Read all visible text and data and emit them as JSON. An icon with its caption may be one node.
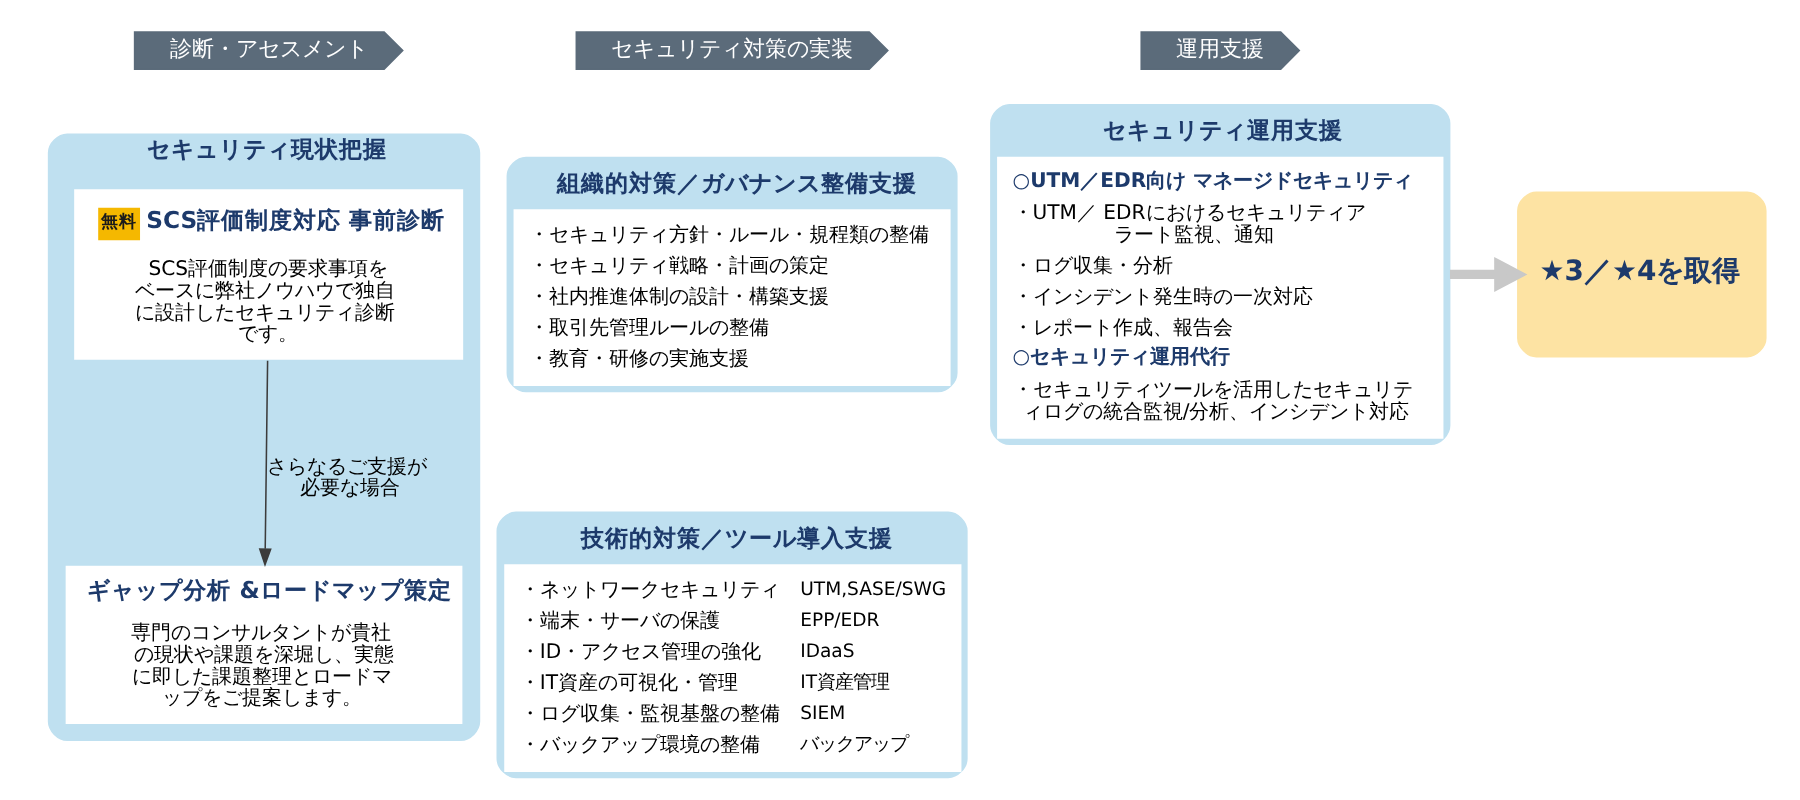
{
  "diagram": {
    "nodes": [
      {
        "text": [
          "診断・アセスメント"
        ]
      },
      {
        "text": [
          "セキュリティ対策の実装"
        ]
      },
      {
        "text": [
          "運用支援"
        ]
      },
      {
        "text": [
          "セキュリティ現状把握"
        ]
      },
      {
        "text": [
          "無料",
          "SCS評価制度対応 事前診断",
          "SCS評価制度の要求事項をベースに弊社ノウハウで独自に設計したセキュリティ診断です。"
        ],
        "in": 3
      },
      {
        "text": [
          "ギャップ分析 &ロードマップ策定",
          "専門のコンサルタントが貴社の現状や課題を深堀し、実態に即した課題整理とロードマップをご提案します。"
        ],
        "in": 3
      },
      {
        "text": [
          "組織的対策／ガバナンス整備支援",
          "・セキュリティ方針・ルール・規程類の整備",
          "・セキュリティ戦略・計画の策定",
          "・社内推進体制の設計・構築支援",
          "・取引先管理ルールの整備",
          "・教育・研修の実施支援"
        ]
      },
      {
        "text": [
          "技術的対策／ツール導入支援",
          "・ネットワークセキュリティ",
          "UTM,SASE/SWG",
          "・端末・サーバの保護",
          "EPP/EDR",
          "・ID・アクセス管理の強化",
          "IDaaS",
          "・IT資産の可視化・管理",
          "IT資産管理",
          "・ログ収集・監視基盤の整備",
          "SIEM",
          "・バックアップ環境の整備",
          "バックアップ"
        ]
      },
      {
        "text": [
          "セキュリティ運用支援",
          "○UTM／EDR向け マネージドセキュリティ",
          "・UTM／ EDRにおけるセキュリティアラート監視、通知",
          "・ログ収集・分析",
          "・インシデント発生時の一次対応",
          "・レポート作成、報告会",
          "○セキュリティ運用代行",
          "・セキュリティツールを活用したセキュリティログの統合監視/分析、インシデント対応"
        ]
      },
      {
        "text": [
          "★3／★4を取得"
        ]
      }
    ],
    "edges": [
      {
        "from": 4,
        "to": 5,
        "arrow": "to",
        "label": "さらなるご支援が必要な場合"
      },
      {
        "from": 8,
        "to": 9,
        "arrow": "to",
        "style": "thick",
        "color": "#c8c8c8"
      }
    ]
  }
}
